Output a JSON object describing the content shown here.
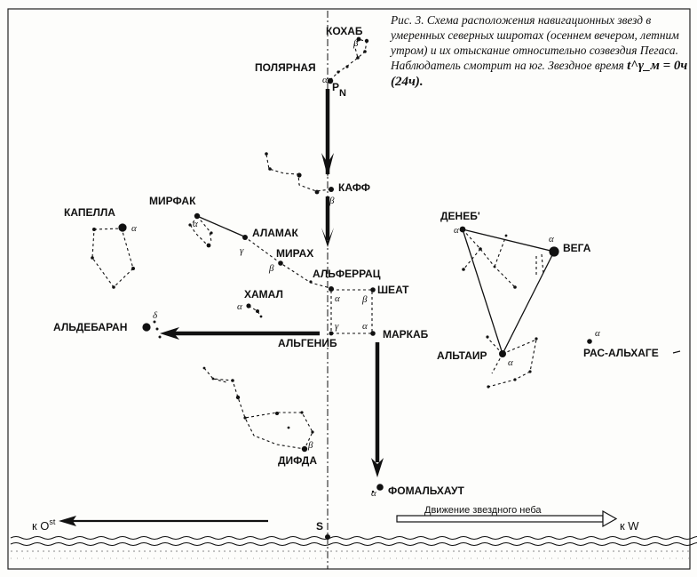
{
  "caption": {
    "text": "Рис. 3. Схема расположения навигационных звезд в умеренных северных широтах (осеннем вечером, летним утром) и их отыскание относительно созвездия Пегаса. Наблюдатель смотрит на юг. Звездное время",
    "time": "t^γ_м = 0ч (24ч)."
  },
  "stars": {
    "kokhab": "КОХАБ",
    "polyarnaya": "ПОЛЯРНАЯ",
    "pn": "P",
    "pn_sub": "N",
    "kaff": "КАФФ",
    "kapella": "КАПЕЛЛА",
    "mirfak": "МИРФАК",
    "alamak": "АЛАМАК",
    "mirakh": "МИРАХ",
    "alferrats": "АЛЬФЕРРАЦ",
    "sheat": "ШЕАТ",
    "khamal": "ХАМАЛ",
    "aldebaran": "АЛЬДЕБАРАН",
    "algenib": "АЛЬГЕНИБ",
    "markab": "МАРКАБ",
    "deneb": "ДЕНЕБ'",
    "vega": "ВЕГА",
    "altair": "АЛЬТАИР",
    "ras_alkhage": "РАС-АЛЬХАГЕ",
    "difda": "ДИФДА",
    "fomalkhaut": "ФОМАЛЬХАУТ"
  },
  "greek": {
    "alpha": "α",
    "beta": "β",
    "gamma": "γ",
    "delta": "δ"
  },
  "bottom": {
    "east_label": "к O",
    "east_sup": "st",
    "south_label": "S",
    "west_label": "к W",
    "motion_label": "Движение звездного неба"
  }
}
